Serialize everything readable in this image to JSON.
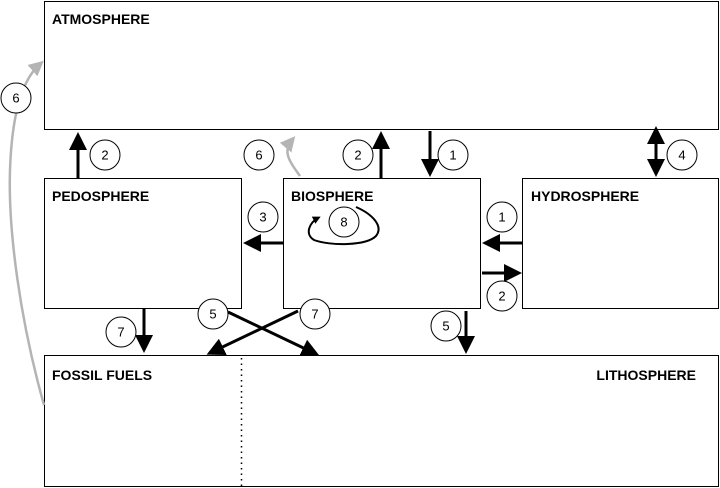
{
  "boxes": {
    "atmosphere": "ATMOSPHERE",
    "pedosphere": "PEDOSPHERE",
    "biosphere": "BIOSPHERE",
    "hydrosphere": "HYDROSPHERE",
    "fossil_fuels": "FOSSIL FUELS",
    "lithosphere": "LITHOSPHERE"
  },
  "flows": {
    "pedo_to_atmos": "2",
    "bio_to_atmos_gray": "6",
    "bio_to_atmos": "2",
    "atmos_to_bio": "1",
    "atmos_hydro": "4",
    "bio_to_pedo": "3",
    "hydro_to_bio": "1",
    "bio_to_hydro": "2",
    "bio_internal": "8",
    "pedo_to_fossil": "7",
    "pedo_to_litho": "5",
    "bio_to_fossil": "7",
    "bio_to_litho": "5",
    "fossil_to_atmos": "6"
  },
  "colors": {
    "primary": "#000000",
    "anthropogenic": "#b4b4b4"
  }
}
